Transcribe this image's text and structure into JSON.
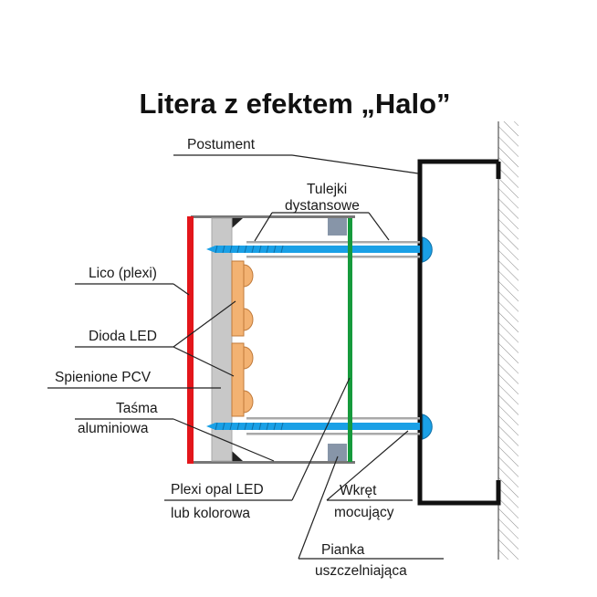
{
  "title": "Litera z efektem „Halo”",
  "labels": {
    "postument": "Postument",
    "tulejki_1": "Tulejki",
    "tulejki_2": "dystansowe",
    "lico": "Lico (plexi)",
    "dioda": "Dioda LED",
    "spienione": "Spienione PCV",
    "tasma_1": "Taśma",
    "tasma_2": "aluminiowa",
    "plexi_1": "Plexi opal LED",
    "plexi_2": "lub kolorowa",
    "wkret_1": "Wkręt",
    "wkret_2": "mocujący",
    "pianka_1": "Pianka",
    "pianka_2": "uszczelniająca"
  },
  "colors": {
    "face_plexi": "#e3161b",
    "pcv": "#c8c8c8",
    "led": "#f3b272",
    "back_plexi": "#169a3c",
    "screw": "#1aa0e6",
    "foam": "#8795a8",
    "frame": "#111111",
    "tube": "#a9a9a9"
  }
}
